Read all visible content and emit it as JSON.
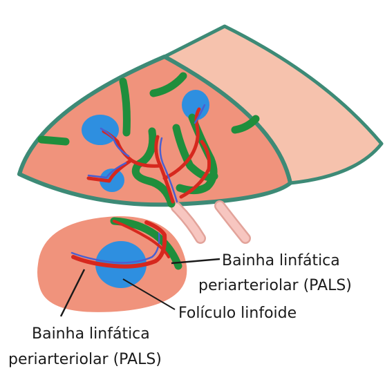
{
  "diagram": {
    "labels": {
      "pals_right_line1": "Bainha linfática",
      "pals_right_line2": "periarteriolar (PALS)",
      "follicle": "Folículo linfoide",
      "pals_bottom_line1": "Bainha linfática",
      "pals_bottom_line2": "periarteriolar (PALS)"
    },
    "colors": {
      "capsule": "#3d8a76",
      "tissue": "#f0937c",
      "tissue_light": "#f6c2ad",
      "white_pulp": "#1f8e3c",
      "follicle": "#2e8fe0",
      "artery": "#d6281e",
      "vein": "#4a5fd0",
      "vessel_stub": "#f7c6c0",
      "leader": "#1a1a1a"
    }
  }
}
